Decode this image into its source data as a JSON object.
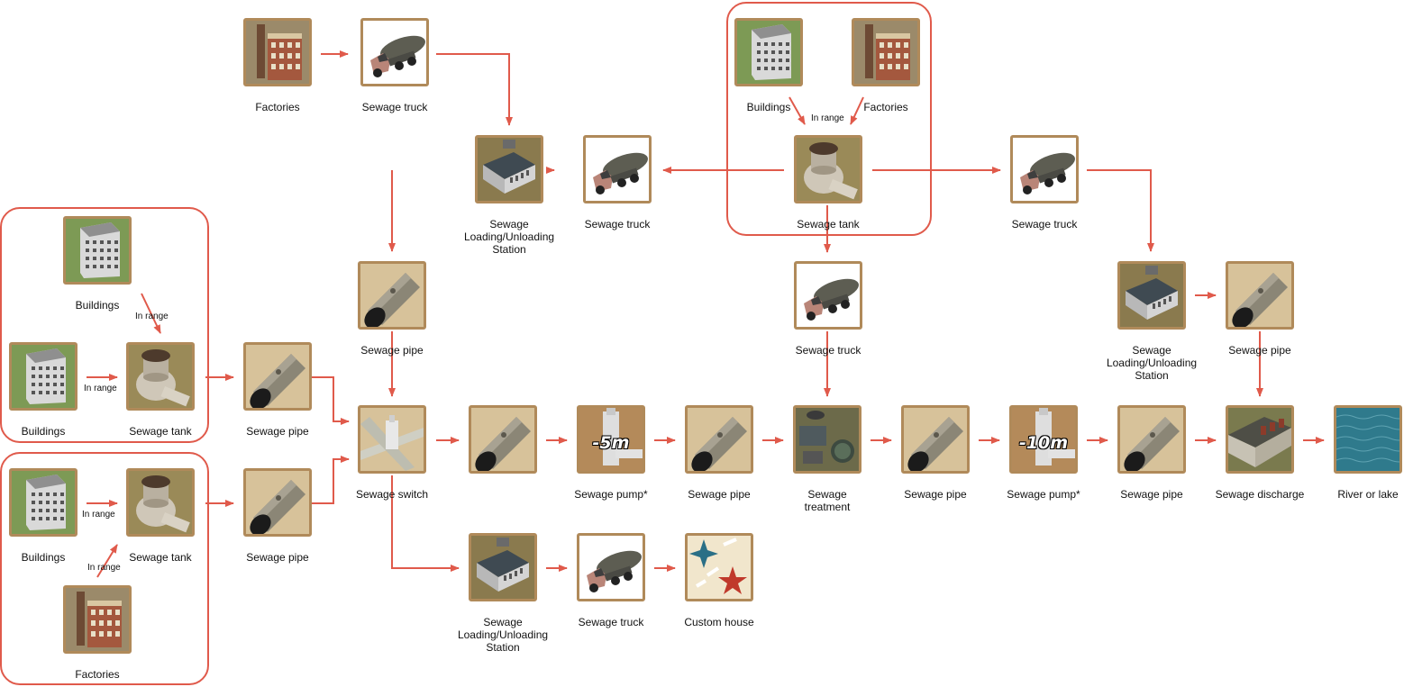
{
  "colors": {
    "arrow": "#e05a4b",
    "tile_border": "#b08a5a"
  },
  "labels": {
    "factories": "Factories",
    "buildings": "Buildings",
    "sewage_truck": "Sewage truck",
    "sewage_tank": "Sewage tank",
    "sewage_pipe": "Sewage pipe",
    "station": "Sewage Loading/Unloading Station",
    "sewage_switch": "Sewage switch",
    "sewage_pump": "Sewage pump*",
    "sewage_treatment": "Sewage treatment",
    "sewage_discharge": "Sewage discharge",
    "river": "River or lake",
    "custom_house": "Custom house",
    "in_range": "In range",
    "pump_5m": "-5m",
    "pump_10m": "-10m"
  },
  "diagram": {
    "nodes": [
      {
        "id": "factories-top",
        "icon": "factory-icon",
        "label": "Factories"
      },
      {
        "id": "truck-top",
        "icon": "sewage-truck-icon",
        "label": "Sewage truck"
      },
      {
        "id": "station-top",
        "icon": "station-icon",
        "label": "Sewage Loading/Unloading Station"
      },
      {
        "id": "truck-mid-left",
        "icon": "sewage-truck-icon",
        "label": "Sewage truck"
      },
      {
        "id": "buildings-box",
        "icon": "building-icon",
        "label": "Buildings"
      },
      {
        "id": "factories-box",
        "icon": "factory-icon",
        "label": "Factories"
      },
      {
        "id": "tank-box",
        "icon": "sewage-tank-icon",
        "label": "Sewage tank"
      },
      {
        "id": "truck-mid-right",
        "icon": "sewage-truck-icon",
        "label": "Sewage truck"
      },
      {
        "id": "truck-center",
        "icon": "sewage-truck-icon",
        "label": "Sewage truck"
      },
      {
        "id": "station-right",
        "icon": "station-icon",
        "label": "Sewage Loading/Unloading Station"
      },
      {
        "id": "pipe-right",
        "icon": "sewage-pipe-icon",
        "label": "Sewage pipe"
      },
      {
        "id": "pipe-upper",
        "icon": "sewage-pipe-icon",
        "label": "Sewage pipe"
      },
      {
        "id": "g1-buildings-a",
        "icon": "building-icon",
        "label": "Buildings"
      },
      {
        "id": "g1-buildings-b",
        "icon": "building-icon",
        "label": "Buildings"
      },
      {
        "id": "g1-tank",
        "icon": "sewage-tank-icon",
        "label": "Sewage tank"
      },
      {
        "id": "g1-pipe",
        "icon": "sewage-pipe-icon",
        "label": "Sewage pipe"
      },
      {
        "id": "g2-buildings",
        "icon": "building-icon",
        "label": "Buildings"
      },
      {
        "id": "g2-tank",
        "icon": "sewage-tank-icon",
        "label": "Sewage tank"
      },
      {
        "id": "g2-factories",
        "icon": "factory-icon",
        "label": "Factories"
      },
      {
        "id": "g2-pipe",
        "icon": "sewage-pipe-icon",
        "label": "Sewage pipe"
      },
      {
        "id": "switch",
        "icon": "sewage-switch-icon",
        "label": "Sewage switch"
      },
      {
        "id": "main-pipe-1",
        "icon": "sewage-pipe-icon",
        "label": ""
      },
      {
        "id": "pump-1",
        "icon": "sewage-pump-icon",
        "label": "Sewage pump*",
        "depth": "-5m"
      },
      {
        "id": "main-pipe-2",
        "icon": "sewage-pipe-icon",
        "label": "Sewage pipe"
      },
      {
        "id": "treatment",
        "icon": "sewage-treatment-icon",
        "label": "Sewage treatment"
      },
      {
        "id": "main-pipe-3",
        "icon": "sewage-pipe-icon",
        "label": "Sewage pipe"
      },
      {
        "id": "pump-2",
        "icon": "sewage-pump-icon",
        "label": "Sewage pump*",
        "depth": "-10m"
      },
      {
        "id": "main-pipe-4",
        "icon": "sewage-pipe-icon",
        "label": "Sewage pipe"
      },
      {
        "id": "discharge",
        "icon": "sewage-discharge-icon",
        "label": "Sewage discharge"
      },
      {
        "id": "river",
        "icon": "river-icon",
        "label": "River or lake"
      },
      {
        "id": "station-bottom",
        "icon": "station-icon",
        "label": "Sewage Loading/Unloading Station"
      },
      {
        "id": "truck-bottom",
        "icon": "sewage-truck-icon",
        "label": "Sewage truck"
      },
      {
        "id": "custom-house",
        "icon": "custom-house-icon",
        "label": "Custom house"
      }
    ],
    "in_range_notes": [
      "In range",
      "In range",
      "In range",
      "In range",
      "In range"
    ]
  }
}
